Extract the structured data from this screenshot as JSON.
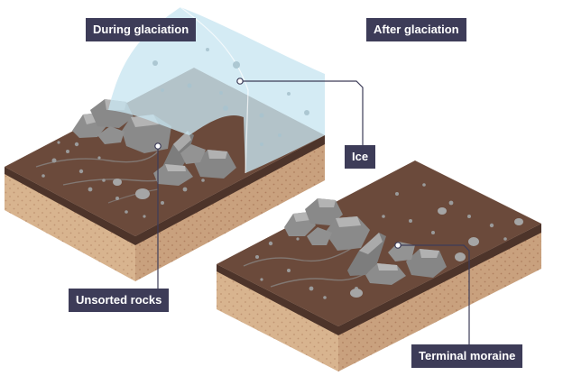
{
  "labels": {
    "during": "During glaciation",
    "after": "After glaciation",
    "ice": "Ice",
    "unsorted": "Unsorted rocks",
    "moraine": "Terminal moraine"
  },
  "colors": {
    "soil_top": "#6b4a3b",
    "soil_edge": "#4d342a",
    "sand_front": "#d8b48f",
    "sand_side": "#c9a17e",
    "ice": "#c8e6f1",
    "rock": "#8e8e8e",
    "rock_light": "#b5b5b5",
    "label_bg": "#3d3c58",
    "leader_line": "#3d3c58"
  }
}
